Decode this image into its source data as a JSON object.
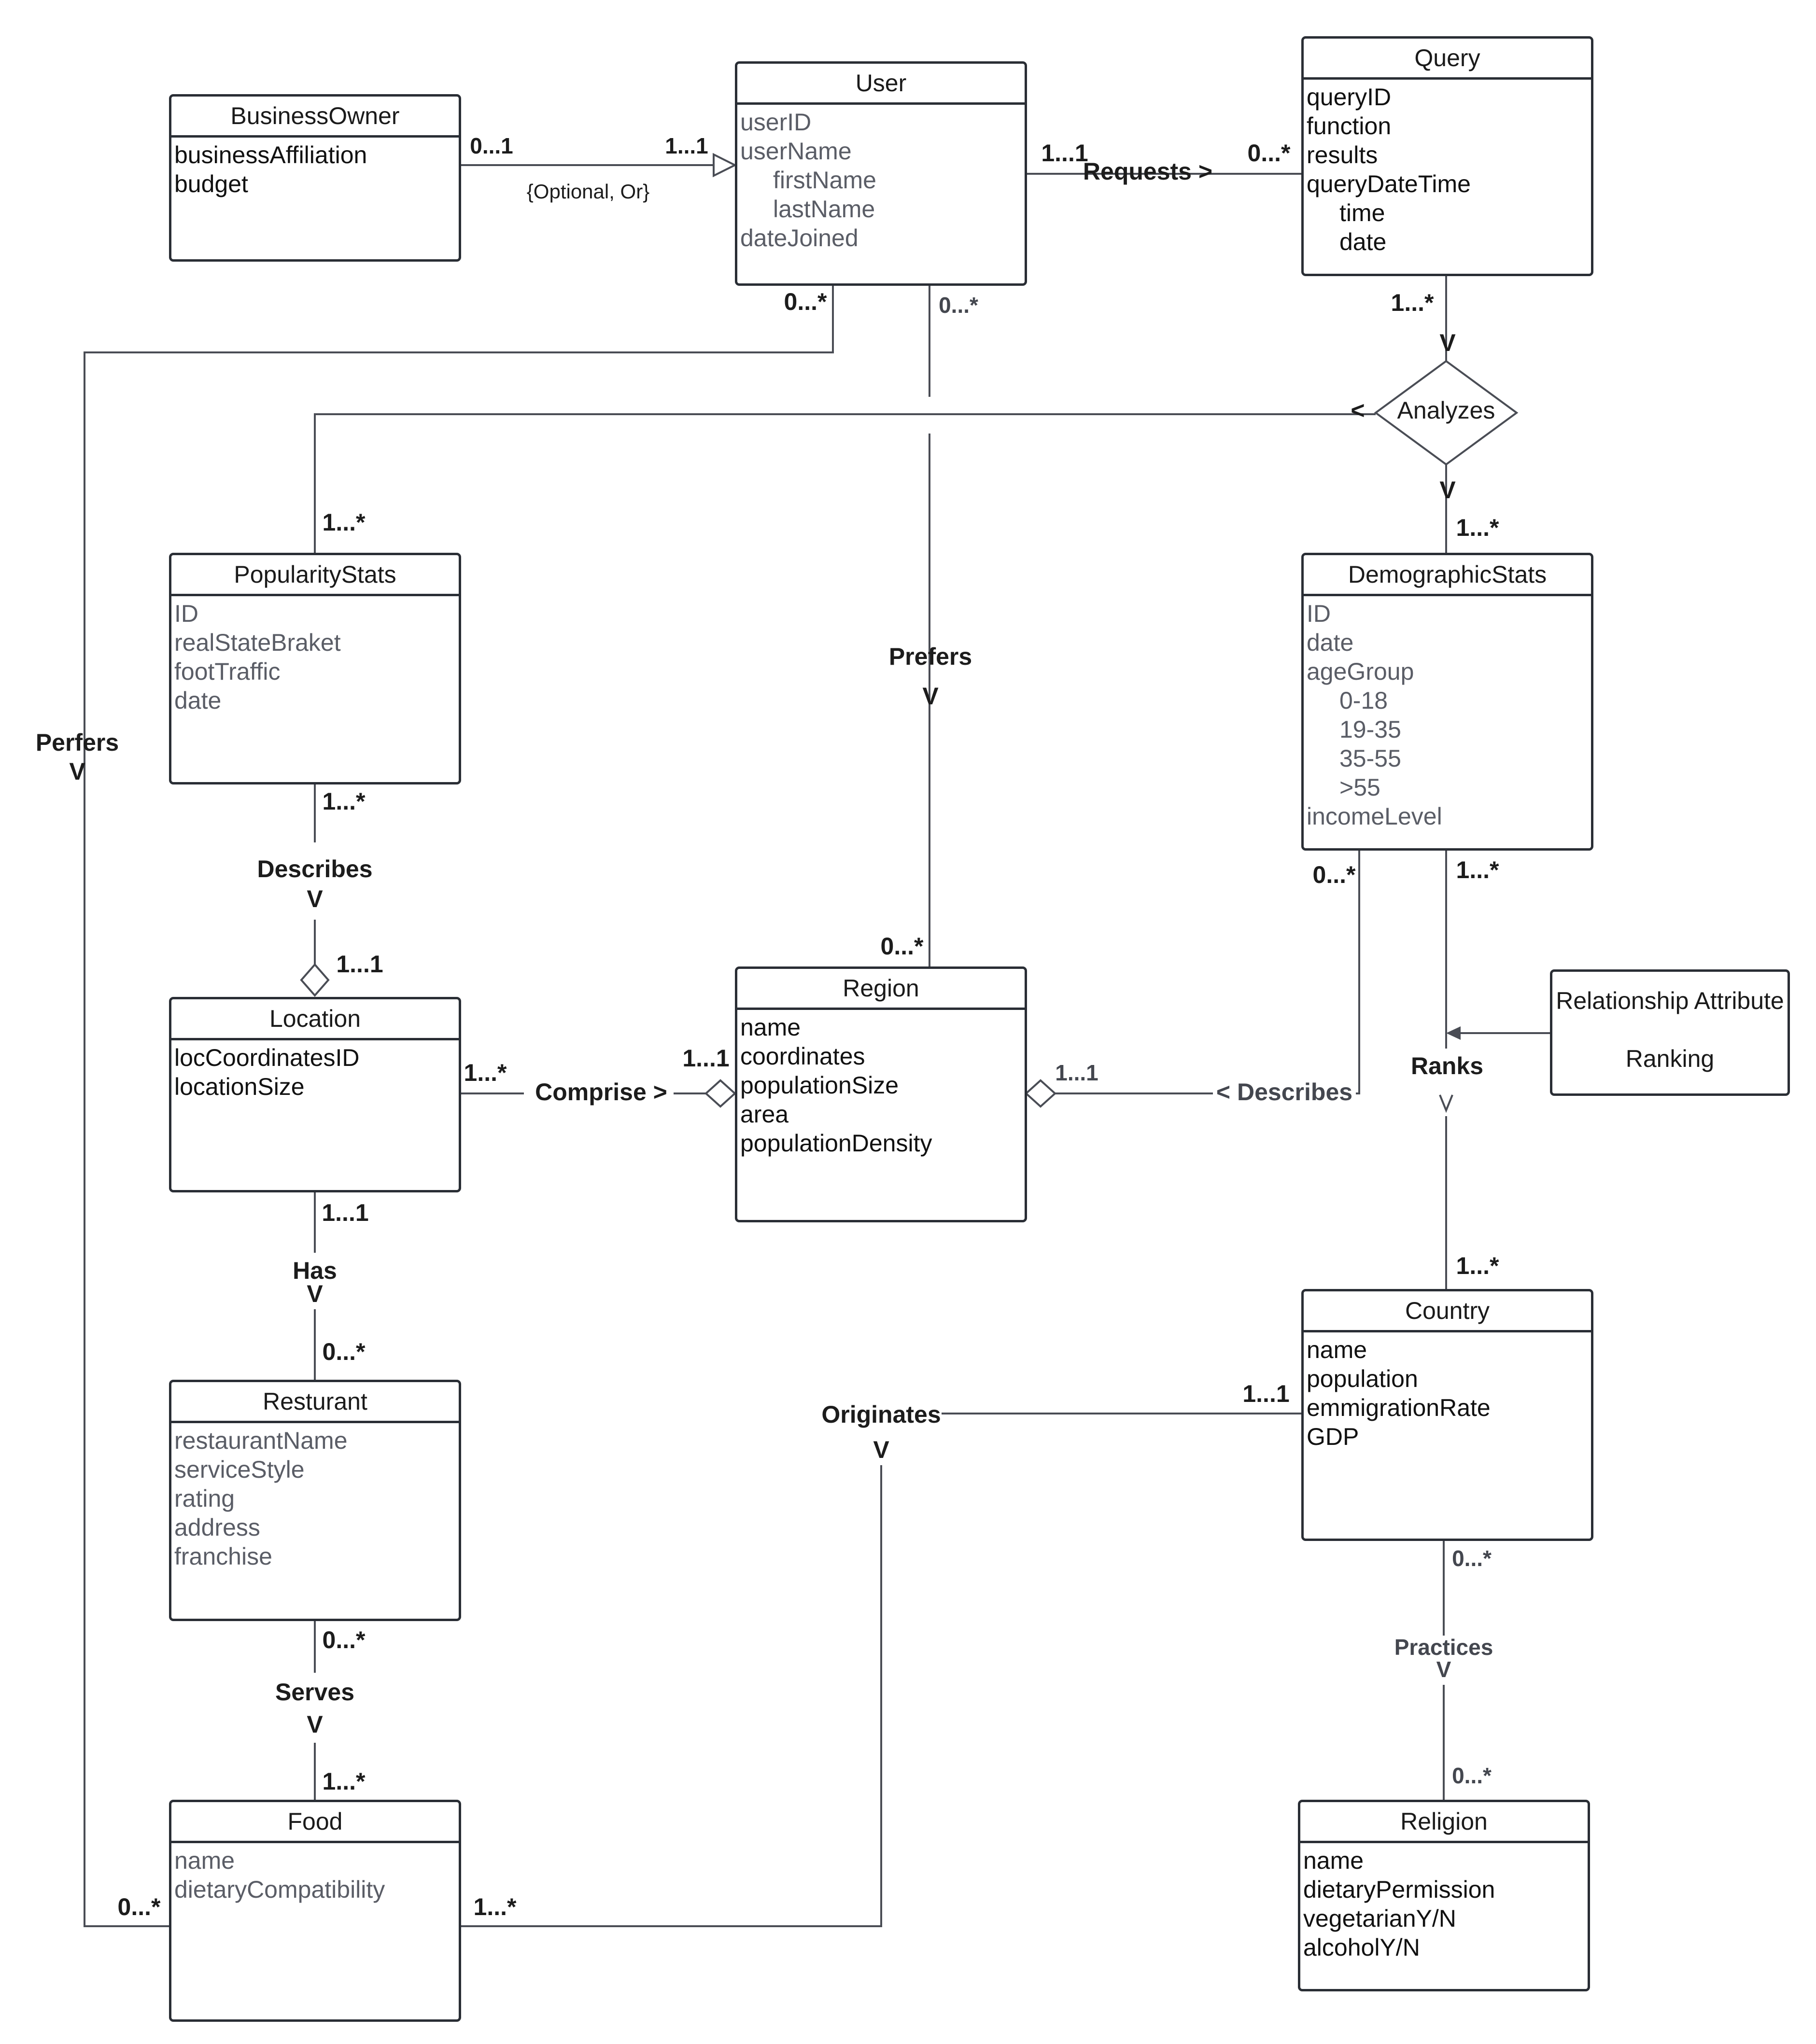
{
  "classes": {
    "business_owner": {
      "name": "BusinessOwner",
      "attrs": [
        "businessAffiliation",
        "budget"
      ]
    },
    "user": {
      "name": "User",
      "attrs": [
        "userID",
        "userName",
        "firstName",
        "lastName",
        "dateJoined"
      ]
    },
    "query": {
      "name": "Query",
      "attrs": [
        "queryID",
        "function",
        "results",
        "queryDateTime",
        "time",
        "date"
      ]
    },
    "popularity_stats": {
      "name": "PopularityStats",
      "attrs": [
        "ID",
        "realStateBraket",
        "footTraffic",
        "date"
      ]
    },
    "demographic_stats": {
      "name": "DemographicStats",
      "attrs": [
        "ID",
        "date",
        "ageGroup",
        "0-18",
        "19-35",
        "35-55",
        ">55",
        "incomeLevel"
      ]
    },
    "location": {
      "name": "Location",
      "attrs": [
        "locCoordinatesID",
        "locationSize"
      ]
    },
    "region": {
      "name": "Region",
      "attrs": [
        "name",
        "coordinates",
        "populationSize",
        "area",
        "populationDensity"
      ]
    },
    "restaurant": {
      "name": "Resturant",
      "attrs": [
        "restaurantName",
        "serviceStyle",
        "rating",
        "address",
        "franchise"
      ]
    },
    "food": {
      "name": "Food",
      "attrs": [
        "name",
        "dietaryCompatibility"
      ]
    },
    "country": {
      "name": "Country",
      "attrs": [
        "name",
        "population",
        "emmigrationRate",
        "GDP"
      ]
    },
    "religion": {
      "name": "Religion",
      "attrs": [
        "name",
        "dietaryPermission",
        "vegetarianY/N",
        "alcoholY/N"
      ]
    }
  },
  "relationship_attribute": {
    "line1": "Relationship Attribute",
    "line2": "Ranking"
  },
  "analyzes_label": "Analyzes",
  "labels": {
    "bo_user_mult_left": "0...1",
    "bo_user_mult_right": "1...1",
    "bo_user_constraint": "{Optional, Or}",
    "requests_mult_user": "1...1",
    "requests": "Requests >",
    "requests_mult_query": "0...*",
    "user_perfers_mult": "0...*",
    "user_prefers_mult": "0...*",
    "query_analyzes_mult": "1...*",
    "analyzes_arrow_top": "V",
    "analyzes_arrow_left": "<",
    "analyzes_arrow_bottom": "V",
    "analyzes_demo_mult": "1...*",
    "popularity_analyzes_mult": "1...*",
    "perfers": "Perfers",
    "perfers_arrow": "V",
    "prefers": "Prefers",
    "prefers_arrow": "V",
    "pop_describes_mult": "1...*",
    "describes": "Describes",
    "describes_arrow": "V",
    "location_describes_mult": "1...1",
    "region_prefers_mult": "0...*",
    "demo_describes_mult": "0...*",
    "demo_ranks_mult": "1...*",
    "ranks": "Ranks",
    "location_comprise_mult": "1...*",
    "comprise": "Comprise >",
    "region_comprise_mult": "1...1",
    "region_describes_mult": "1...1",
    "describes_region": "< Describes",
    "country_ranks_mult": "1...*",
    "location_has_mult": "1...1",
    "has": "Has",
    "has_arrow": "V",
    "restaurant_has_mult": "0...*",
    "originates": "Originates",
    "originates_arrow": "V",
    "country_originates_mult": "1...1",
    "country_practices_mult": "0...*",
    "practices": "Practices",
    "practices_arrow": "V",
    "religion_practices_mult": "0...*",
    "restaurant_serves_mult": "0...*",
    "serves": "Serves",
    "serves_arrow": "V",
    "food_serves_mult": "1...*",
    "food_perfers_mult": "0...*",
    "food_originates_mult": "1...*"
  }
}
